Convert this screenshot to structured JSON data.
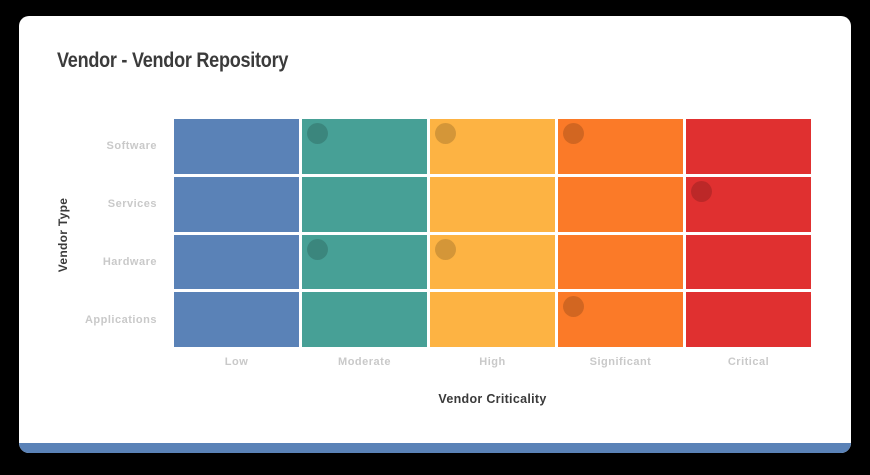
{
  "title": "Vendor - Vendor Repository",
  "chart_data": {
    "type": "heatmap",
    "title": "Vendor - Vendor Repository",
    "xlabel": "Vendor Criticality",
    "ylabel": "Vendor Type",
    "x_categories": [
      "Low",
      "Moderate",
      "High",
      "Significant",
      "Critical"
    ],
    "y_categories": [
      "Software",
      "Services",
      "Hardware",
      "Applications"
    ],
    "column_colors": [
      "#5a82b7",
      "#47a096",
      "#fdb343",
      "#fb7a28",
      "#e03030"
    ],
    "legend": "none",
    "grid": "white 3px gutters between cells, no axis lines",
    "point_style": "dark translucent circle anchored at top-left of its cell",
    "points": [
      {
        "vendor_type": "Software",
        "criticality": "Moderate"
      },
      {
        "vendor_type": "Software",
        "criticality": "High"
      },
      {
        "vendor_type": "Software",
        "criticality": "Significant"
      },
      {
        "vendor_type": "Services",
        "criticality": "Critical"
      },
      {
        "vendor_type": "Hardware",
        "criticality": "Moderate"
      },
      {
        "vendor_type": "Hardware",
        "criticality": "High"
      },
      {
        "vendor_type": "Applications",
        "criticality": "Significant"
      }
    ]
  },
  "colors": {
    "background": "#000000",
    "card_background": "#ffffff",
    "footer_bar": "#5a82b7",
    "title_text": "#3b3b3b",
    "axis_title_text": "#3a3a3a",
    "tick_label_text": "#c9c9c9",
    "dot_overlay": "rgba(0,0,0,0.16)"
  }
}
